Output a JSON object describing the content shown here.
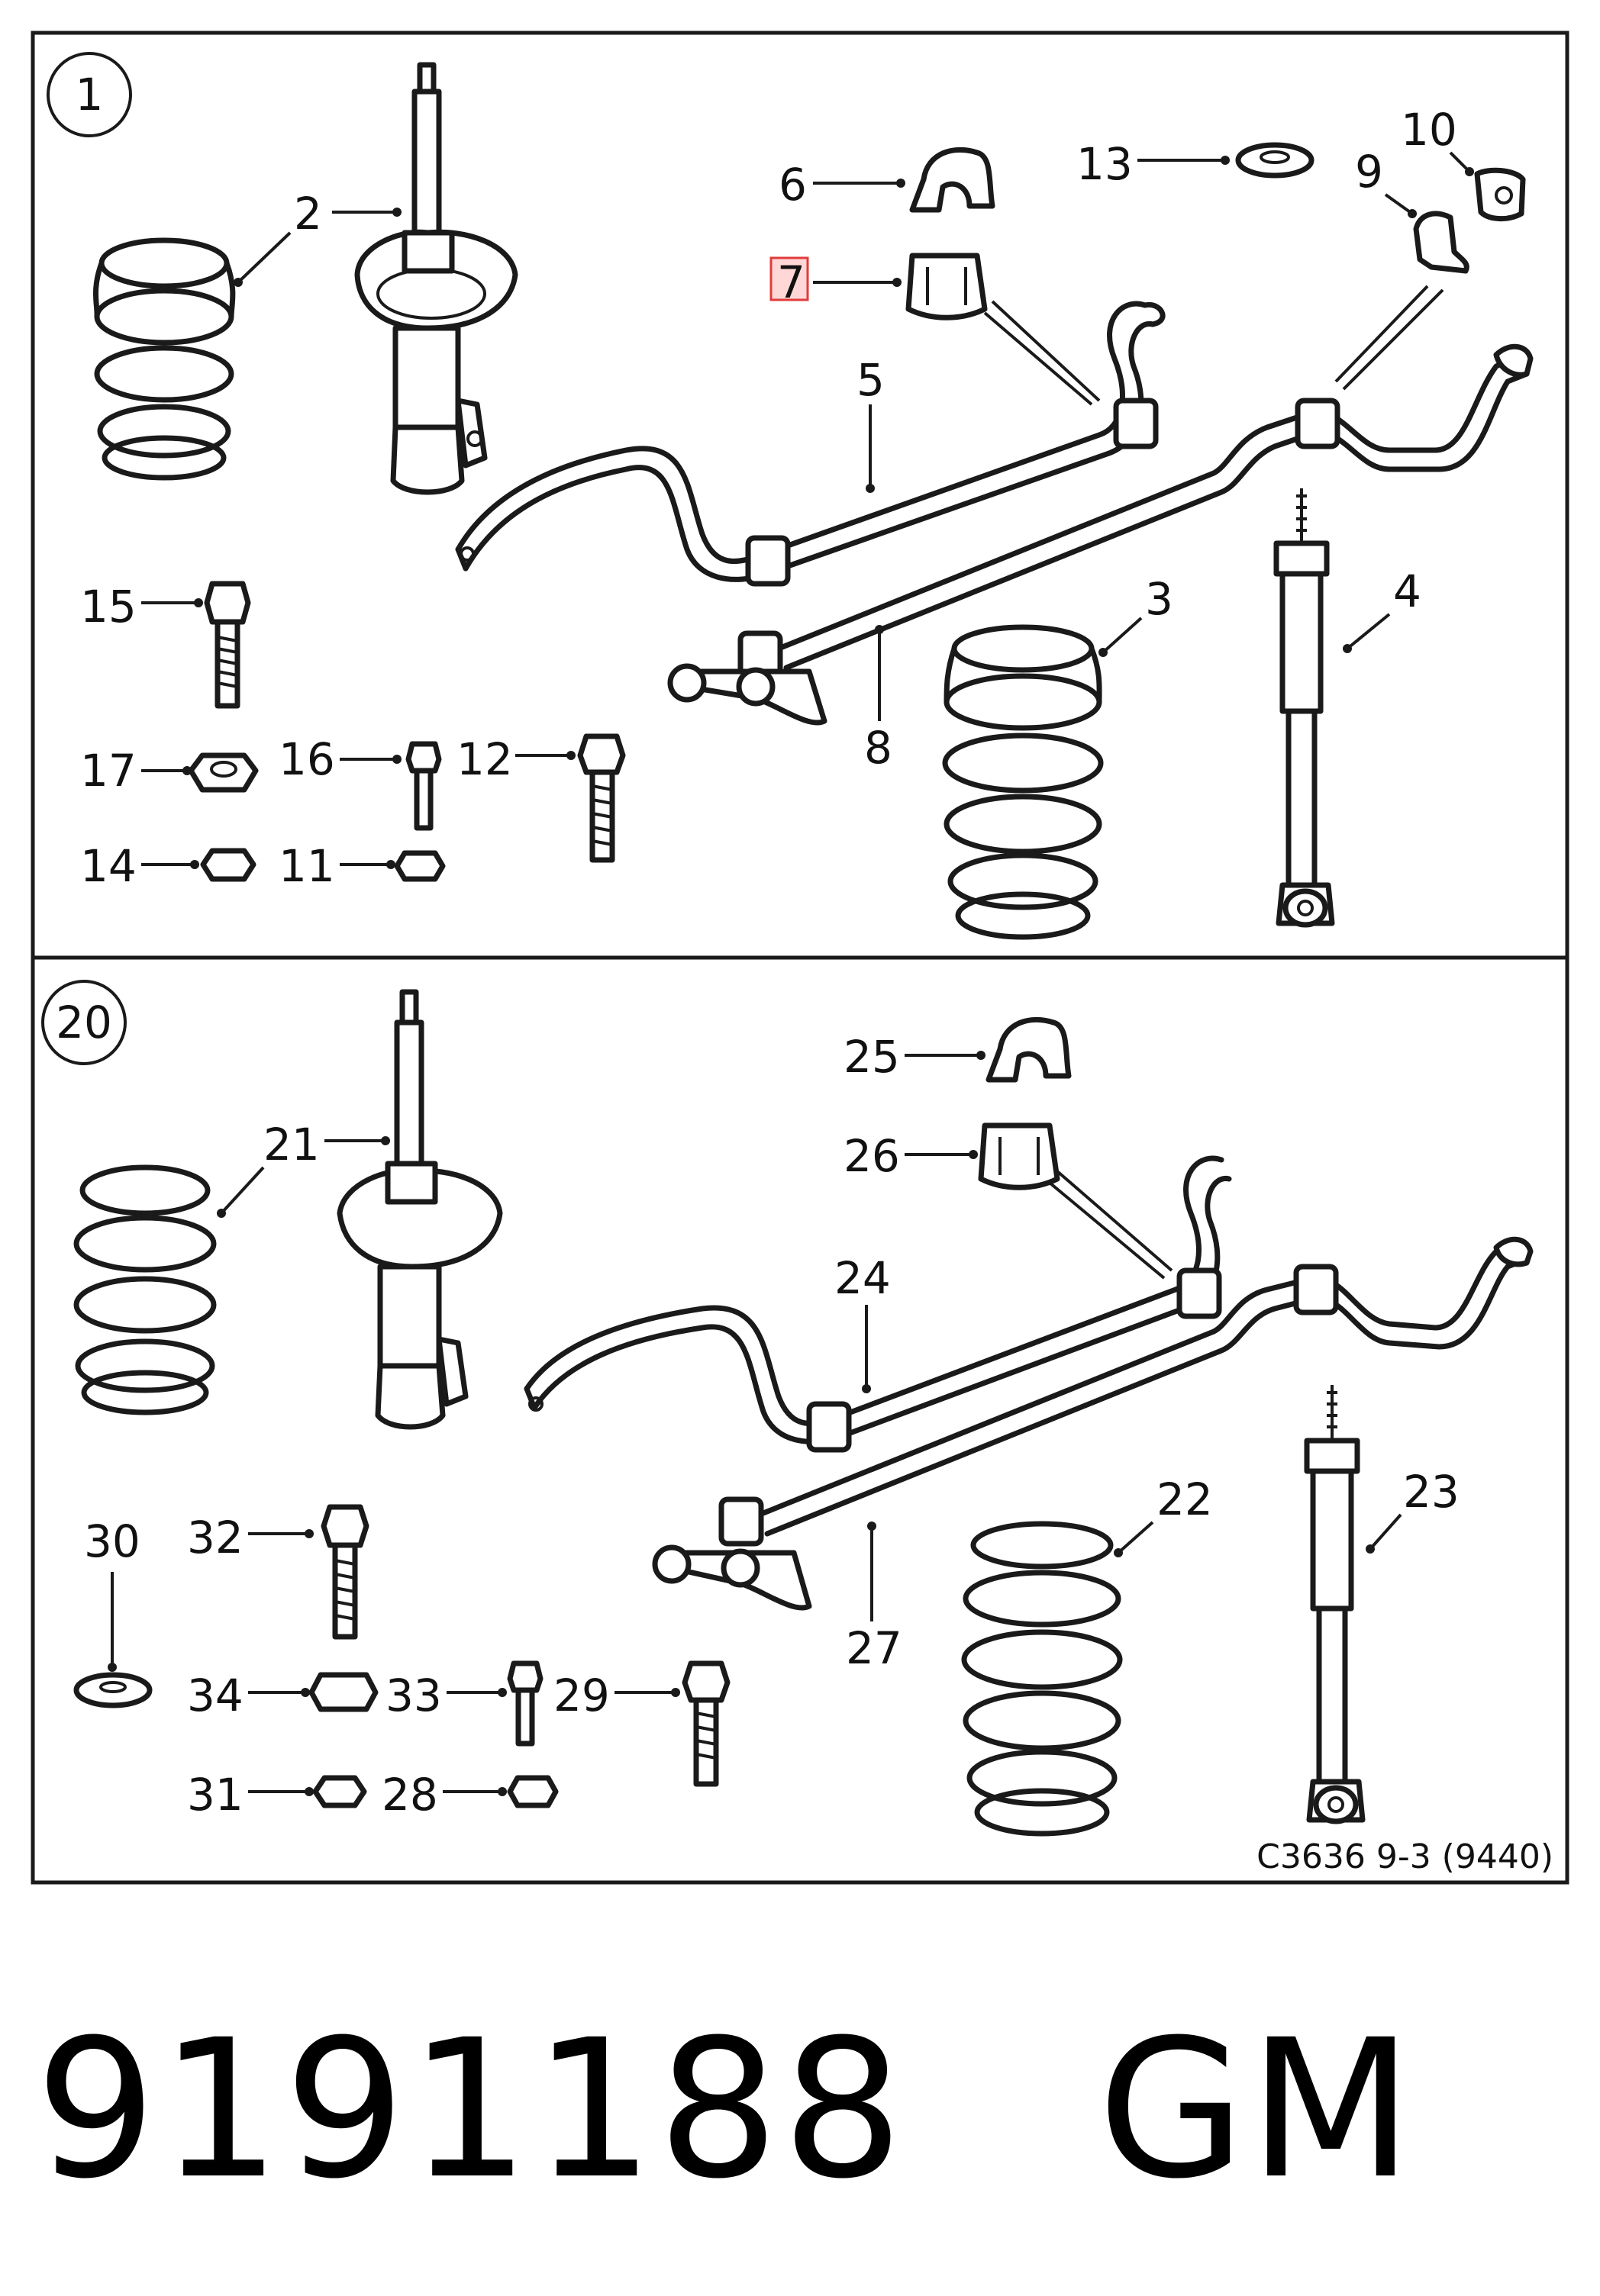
{
  "groups": {
    "top": "1",
    "bottom": "20"
  },
  "labels": {
    "l1": "2",
    "l2": "3",
    "l3": "4",
    "l4": "5",
    "l5": "6",
    "l6": "7",
    "l7": "8",
    "l8": "9",
    "l9": "10",
    "l10": "11",
    "l11": "12",
    "l12": "13",
    "l13": "14",
    "l14": "15",
    "l15": "16",
    "l16": "17",
    "b1": "21",
    "b2": "22",
    "b3": "23",
    "b4": "24",
    "b5": "25",
    "b6": "26",
    "b7": "27",
    "b8": "28",
    "b9": "29",
    "b10": "30",
    "b11": "31",
    "b12": "32",
    "b13": "33",
    "b14": "34"
  },
  "reference": "C3636 9-3 (9440)",
  "highlighted_label": "7",
  "footer": {
    "part_number": "9191188",
    "brand": "GM"
  }
}
